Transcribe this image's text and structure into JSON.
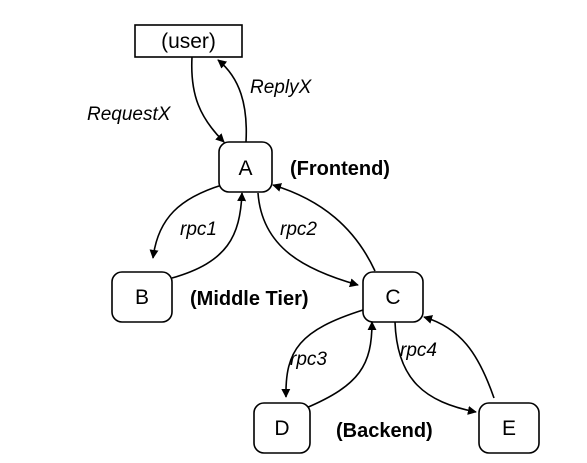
{
  "nodes": {
    "user": "(user)",
    "A": "A",
    "B": "B",
    "C": "C",
    "D": "D",
    "E": "E"
  },
  "edges": {
    "request": "RequestX",
    "reply": "ReplyX",
    "rpc1": "rpc1",
    "rpc2": "rpc2",
    "rpc3": "rpc3",
    "rpc4": "rpc4"
  },
  "tiers": {
    "frontend": "(Frontend)",
    "middle": "(Middle Tier)",
    "backend": "(Backend)"
  },
  "colors": {
    "stroke": "#000000",
    "background": "#ffffff"
  }
}
